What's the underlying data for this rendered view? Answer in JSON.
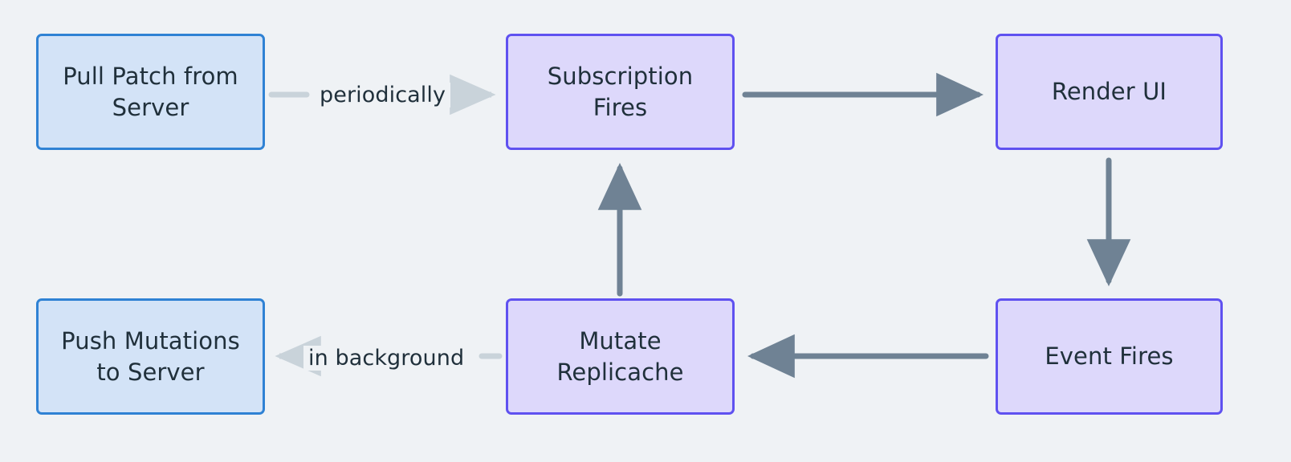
{
  "diagram": {
    "type": "flowchart",
    "background_color": "#eff2f5",
    "text_color": "#20303b",
    "node_styles": {
      "blue": {
        "fill": "#d3e3f7",
        "stroke": "#2f82d4"
      },
      "purple": {
        "fill": "#ddd8fb",
        "stroke": "#5f51f0"
      }
    },
    "edge_styles": {
      "strong": "#6f8294",
      "faint": "#c9d3da"
    },
    "nodes": [
      {
        "id": "pull",
        "label": "Pull Patch from\nServer",
        "style": "blue"
      },
      {
        "id": "sub",
        "label": "Subscription\nFires",
        "style": "purple"
      },
      {
        "id": "render",
        "label": "Render UI",
        "style": "purple"
      },
      {
        "id": "push",
        "label": "Push Mutations\nto Server",
        "style": "blue"
      },
      {
        "id": "mutate",
        "label": "Mutate\nReplicache",
        "style": "purple"
      },
      {
        "id": "event",
        "label": "Event Fires",
        "style": "purple"
      }
    ],
    "edges": [
      {
        "from": "pull",
        "to": "sub",
        "label": "periodically",
        "style": "faint"
      },
      {
        "from": "sub",
        "to": "render",
        "label": "",
        "style": "strong"
      },
      {
        "from": "render",
        "to": "event",
        "label": "",
        "style": "strong"
      },
      {
        "from": "event",
        "to": "mutate",
        "label": "",
        "style": "strong"
      },
      {
        "from": "mutate",
        "to": "push",
        "label": "in background",
        "style": "faint"
      },
      {
        "from": "mutate",
        "to": "sub",
        "label": "",
        "style": "strong"
      }
    ]
  }
}
